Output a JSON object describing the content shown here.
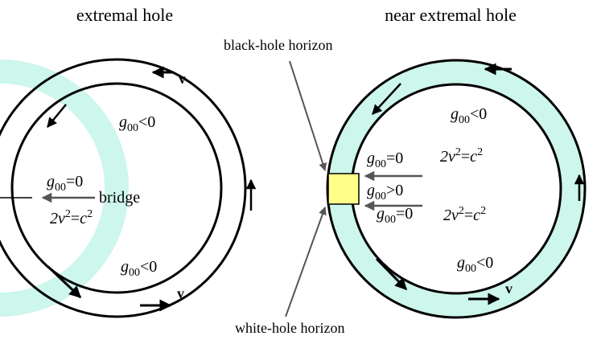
{
  "titles": {
    "left": "extremal hole",
    "right": "near extremal hole"
  },
  "annotations": {
    "black_hole_horizon": "black-hole horizon",
    "white_hole_horizon": "white-hole horizon",
    "bridge": "bridge",
    "velocity": "v"
  },
  "equations": {
    "g": "g",
    "sub00": "00",
    "lt0": "<0",
    "gt0": ">0",
    "eq0": "=0",
    "two": "2",
    "v": "v",
    "eq": "=",
    "c": "c",
    "sup2": "2"
  },
  "colors": {
    "ring_fill": "#cdf6ec",
    "bridge_fill": "#ffff88",
    "stroke": "#000000",
    "pointer": "#555555"
  }
}
